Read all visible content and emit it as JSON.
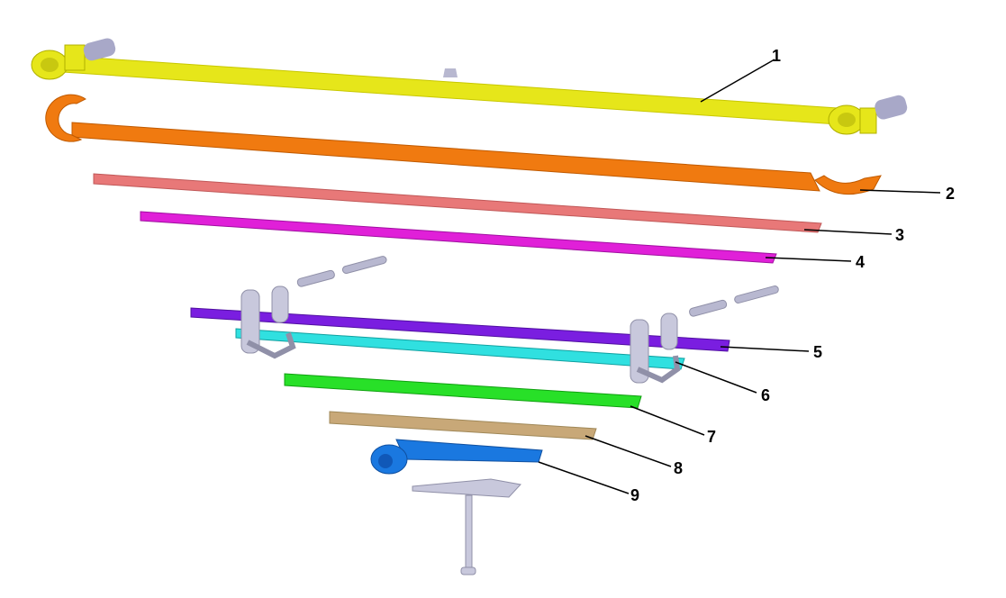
{
  "diagram": {
    "type": "exploded-view",
    "subject": "leaf spring assembly",
    "parts": [
      {
        "id": "1",
        "label": "1",
        "color": "#e6e61a",
        "desc": "main leaf with eyes and bushings"
      },
      {
        "id": "2",
        "label": "2",
        "color": "#f07a10",
        "desc": "second leaf with wrap"
      },
      {
        "id": "3",
        "label": "3",
        "color": "#e87878",
        "desc": "leaf 3"
      },
      {
        "id": "4",
        "label": "4",
        "color": "#e020d8",
        "desc": "leaf 4"
      },
      {
        "id": "5",
        "label": "5",
        "color": "#7a1ee0",
        "desc": "leaf 5"
      },
      {
        "id": "6",
        "label": "6",
        "color": "#30e0e0",
        "desc": "leaf 6 with clamps"
      },
      {
        "id": "7",
        "label": "7",
        "color": "#28e028",
        "desc": "leaf 7"
      },
      {
        "id": "8",
        "label": "8",
        "color": "#c8a878",
        "desc": "leaf 8"
      },
      {
        "id": "9",
        "label": "9",
        "color": "#1a78e0",
        "desc": "leaf 9 with eye"
      }
    ],
    "hardware_color": "#b8b8d0"
  }
}
